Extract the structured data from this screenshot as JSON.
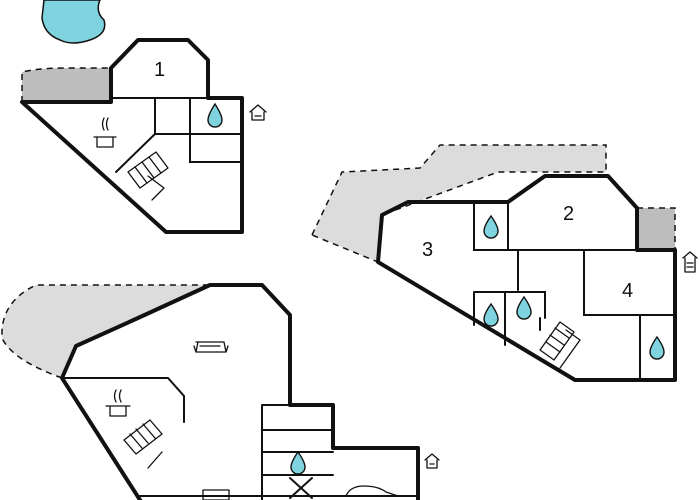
{
  "rooms": [
    {
      "id": "room-1",
      "label": "1"
    },
    {
      "id": "room-2",
      "label": "2"
    },
    {
      "id": "room-3",
      "label": "3"
    },
    {
      "id": "room-4",
      "label": "4"
    }
  ],
  "icons": {
    "water": "water-drop-icon",
    "entrance": "house-entrance-icon",
    "kitchen": "cooking-pot-icon",
    "stairs": "stairs-icon",
    "sofa": "sofa-icon",
    "car": "car-icon"
  },
  "colors": {
    "wall": "#111111",
    "terrace": "#dcdcdc",
    "pool": "#7fd3df",
    "background": "#ffffff"
  }
}
